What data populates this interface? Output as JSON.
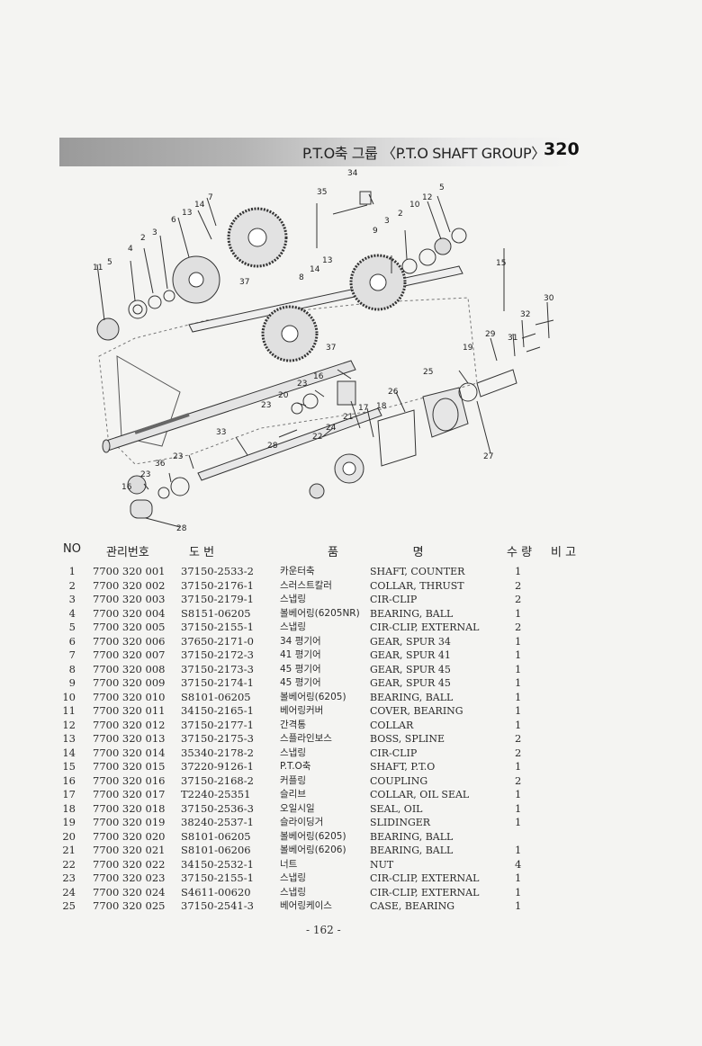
{
  "header": {
    "title": "P.T.O축 그룹 〈P.T.O SHAFT GROUP〉",
    "group_number": "320"
  },
  "diagram": {
    "callouts": [
      "1",
      "2",
      "3",
      "4",
      "5",
      "6",
      "7",
      "8",
      "9",
      "10",
      "11",
      "12",
      "13",
      "14",
      "15",
      "16",
      "17",
      "18",
      "19",
      "20",
      "21",
      "22",
      "23",
      "24",
      "25",
      "26",
      "27",
      "28",
      "29",
      "30",
      "31",
      "32",
      "33",
      "34",
      "35",
      "36",
      "37"
    ]
  },
  "table": {
    "headers": {
      "no": "NO",
      "mgmt": "관리번호",
      "drawing": "도  번",
      "name": "품                    명",
      "qty": "수 량",
      "remark": "비 고"
    },
    "rows": [
      {
        "no": "1",
        "mgmt": "7700 320  001",
        "drawing": "37150-2533-2",
        "kr": "카운터축",
        "en": "SHAFT, COUNTER",
        "qty": "1"
      },
      {
        "no": "2",
        "mgmt": "7700 320  002",
        "drawing": "37150-2176-1",
        "kr": "스러스트칼러",
        "en": "COLLAR, THRUST",
        "qty": "2"
      },
      {
        "no": "3",
        "mgmt": "7700 320  003",
        "drawing": "37150-2179-1",
        "kr": "스냅링",
        "en": "CIR-CLIP",
        "qty": "2"
      },
      {
        "no": "4",
        "mgmt": "7700 320  004",
        "drawing": "S8151-06205",
        "kr": "볼베어링(6205NR)",
        "en": "BEARING, BALL",
        "qty": "1"
      },
      {
        "no": "5",
        "mgmt": "7700 320  005",
        "drawing": "37150-2155-1",
        "kr": "스냅링",
        "en": "CIR-CLIP, EXTERNAL",
        "qty": "2"
      },
      {
        "no": "6",
        "mgmt": "7700 320  006",
        "drawing": "37650-2171-0",
        "kr": "34 평기어",
        "en": "GEAR, SPUR 34",
        "qty": "1"
      },
      {
        "no": "7",
        "mgmt": "7700 320  007",
        "drawing": "37150-2172-3",
        "kr": "41 평기어",
        "en": "GEAR, SPUR 41",
        "qty": "1"
      },
      {
        "no": "8",
        "mgmt": "7700 320  008",
        "drawing": "37150-2173-3",
        "kr": "45 평기어",
        "en": "GEAR, SPUR 45",
        "qty": "1"
      },
      {
        "no": "9",
        "mgmt": "7700 320  009",
        "drawing": "37150-2174-1",
        "kr": "45 평기어",
        "en": "GEAR, SPUR 45",
        "qty": "1"
      },
      {
        "no": "10",
        "mgmt": "7700 320  010",
        "drawing": "S8101-06205",
        "kr": "볼베어링(6205)",
        "en": "BEARING, BALL",
        "qty": "1"
      },
      {
        "no": "11",
        "mgmt": "7700 320  011",
        "drawing": "34150-2165-1",
        "kr": "베어링커버",
        "en": "COVER, BEARING",
        "qty": "1"
      },
      {
        "no": "12",
        "mgmt": "7700 320  012",
        "drawing": "37150-2177-1",
        "kr": "간격통",
        "en": "COLLAR",
        "qty": "1"
      },
      {
        "no": "13",
        "mgmt": "7700 320  013",
        "drawing": "37150-2175-3",
        "kr": "스플라인보스",
        "en": "BOSS, SPLINE",
        "qty": "2"
      },
      {
        "no": "14",
        "mgmt": "7700 320  014",
        "drawing": "35340-2178-2",
        "kr": "스냅링",
        "en": "CIR-CLIP",
        "qty": "2"
      },
      {
        "no": "15",
        "mgmt": "7700 320  015",
        "drawing": "37220-9126-1",
        "kr": "P.T.O축",
        "en": "SHAFT, P.T.O",
        "qty": "1"
      },
      {
        "no": "16",
        "mgmt": "7700 320  016",
        "drawing": "37150-2168-2",
        "kr": "커플링",
        "en": "COUPLING",
        "qty": "2"
      },
      {
        "no": "17",
        "mgmt": "7700 320  017",
        "drawing": "T2240-25351",
        "kr": "슬리브",
        "en": "COLLAR, OIL SEAL",
        "qty": "1"
      },
      {
        "no": "18",
        "mgmt": "7700 320  018",
        "drawing": "37150-2536-3",
        "kr": "오일시일",
        "en": "SEAL, OIL",
        "qty": "1"
      },
      {
        "no": "19",
        "mgmt": "7700 320  019",
        "drawing": "38240-2537-1",
        "kr": "슬라이딩거",
        "en": "SLIDINGER",
        "qty": "1"
      },
      {
        "no": "20",
        "mgmt": "7700 320  020",
        "drawing": "S8101-06205",
        "kr": "볼베어링(6205)",
        "en": "BEARING, BALL",
        "qty": ""
      },
      {
        "no": "21",
        "mgmt": "7700 320  021",
        "drawing": "S8101-06206",
        "kr": "볼베어링(6206)",
        "en": "BEARING, BALL",
        "qty": "1"
      },
      {
        "no": "22",
        "mgmt": "7700 320  022",
        "drawing": "34150-2532-1",
        "kr": "너트",
        "en": "NUT",
        "qty": "4"
      },
      {
        "no": "23",
        "mgmt": "7700 320  023",
        "drawing": "37150-2155-1",
        "kr": "스냅링",
        "en": "CIR-CLIP, EXTERNAL",
        "qty": "1"
      },
      {
        "no": "24",
        "mgmt": "7700 320  024",
        "drawing": "S4611-00620",
        "kr": "스냅링",
        "en": "CIR-CLIP, EXTERNAL",
        "qty": "1"
      },
      {
        "no": "25",
        "mgmt": "7700 320  025",
        "drawing": "37150-2541-3",
        "kr": "베어링케이스",
        "en": "CASE, BEARING",
        "qty": "1"
      }
    ]
  },
  "footer": {
    "page": "- 162 -"
  }
}
